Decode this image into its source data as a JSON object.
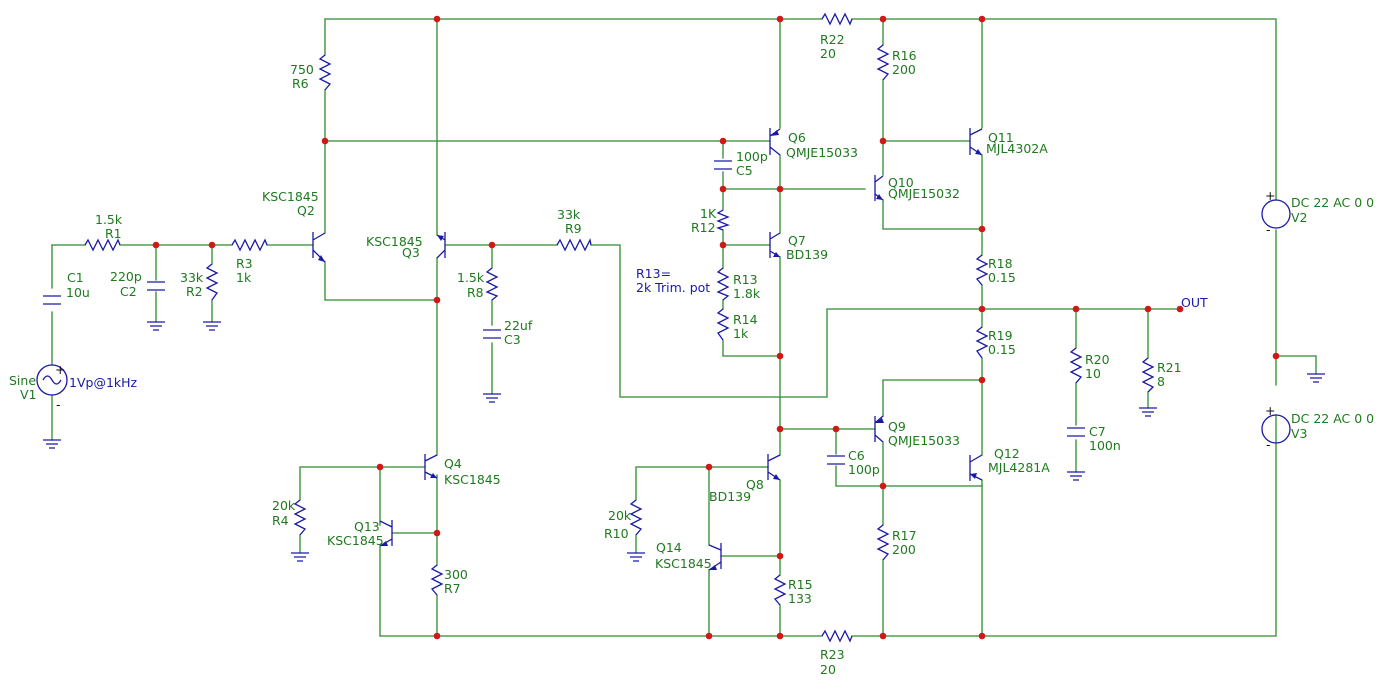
{
  "labels": {
    "r1_val": "1.5k",
    "r1_ref": "R1",
    "c1_ref": "C1",
    "c1_val": "10u",
    "c2_val": "220p",
    "c2_ref": "C2",
    "r2_val": "33k",
    "r2_ref": "R2",
    "r3_ref": "R3",
    "r3_val": "1k",
    "q2_part": "KSC1845",
    "q2_ref": "Q2",
    "r6_val": "750",
    "r6_ref": "R6",
    "q3_part": "KSC1845",
    "q3_ref": "Q3",
    "r8_val": "1.5k",
    "r8_ref": "R8",
    "c3_val": "22uf",
    "c3_ref": "C3",
    "r9_val": "33k",
    "r9_ref": "R9",
    "r13_note_line1": "R13=",
    "r13_note_line2": "2k Trim. pot",
    "c5_val": "100p",
    "c5_ref": "C5",
    "q6_ref": "Q6",
    "q6_part": "QMJE15033",
    "r12_val": "1K",
    "r12_ref": "R12",
    "q7_ref": "Q7",
    "q7_part": "BD139",
    "r13_ref": "R13",
    "r13_val": "1.8k",
    "r14_ref": "R14",
    "r14_val": "1k",
    "r22_ref": "R22",
    "r22_val": "20",
    "r16_ref": "R16",
    "r16_val": "200",
    "q10_ref": "Q10",
    "q10_part": "QMJE15032",
    "q11_ref": "Q11",
    "q11_part": "MJL4302A",
    "r18_ref": "R18",
    "r18_val": "0.15",
    "out_label": "OUT",
    "r19_ref": "R19",
    "r19_val": "0.15",
    "r20_ref": "R20",
    "r20_val": "10",
    "r21_ref": "R21",
    "r21_val": "8",
    "c7_ref": "C7",
    "c7_val": "100n",
    "v2_val": "DC 22 AC 0 0",
    "v2_ref": "V2",
    "v3_val": "DC 22 AC 0 0",
    "v3_ref": "V3",
    "sine_label": "Sine",
    "v1_ref": "V1",
    "v1_val": "1Vp@1kHz",
    "q4_ref": "Q4",
    "q4_part": "KSC1845",
    "r4_val": "20k",
    "r4_ref": "R4",
    "q13_ref": "Q13",
    "q13_part": "KSC1845",
    "r7_val": "300",
    "r7_ref": "R7",
    "q8_part": "BD139",
    "q8_ref": "Q8",
    "r10_val": "20k",
    "r10_ref": "R10",
    "q14_ref": "Q14",
    "q14_part": "KSC1845",
    "r15_ref": "R15",
    "r15_val": "133",
    "q9_ref": "Q9",
    "q9_part": "QMJE15033",
    "c6_ref": "C6",
    "c6_val": "100p",
    "q12_ref": "Q12",
    "q12_part": "MJL4281A",
    "r17_ref": "R17",
    "r17_val": "200",
    "r23_ref": "R23",
    "r23_val": "20",
    "plus_sign": "+",
    "minus_sign": "-"
  },
  "colors": {
    "wire": "#2e8b2e",
    "component": "#1a1aa6",
    "junction": "#d01818",
    "text": "#1f7a1f"
  }
}
